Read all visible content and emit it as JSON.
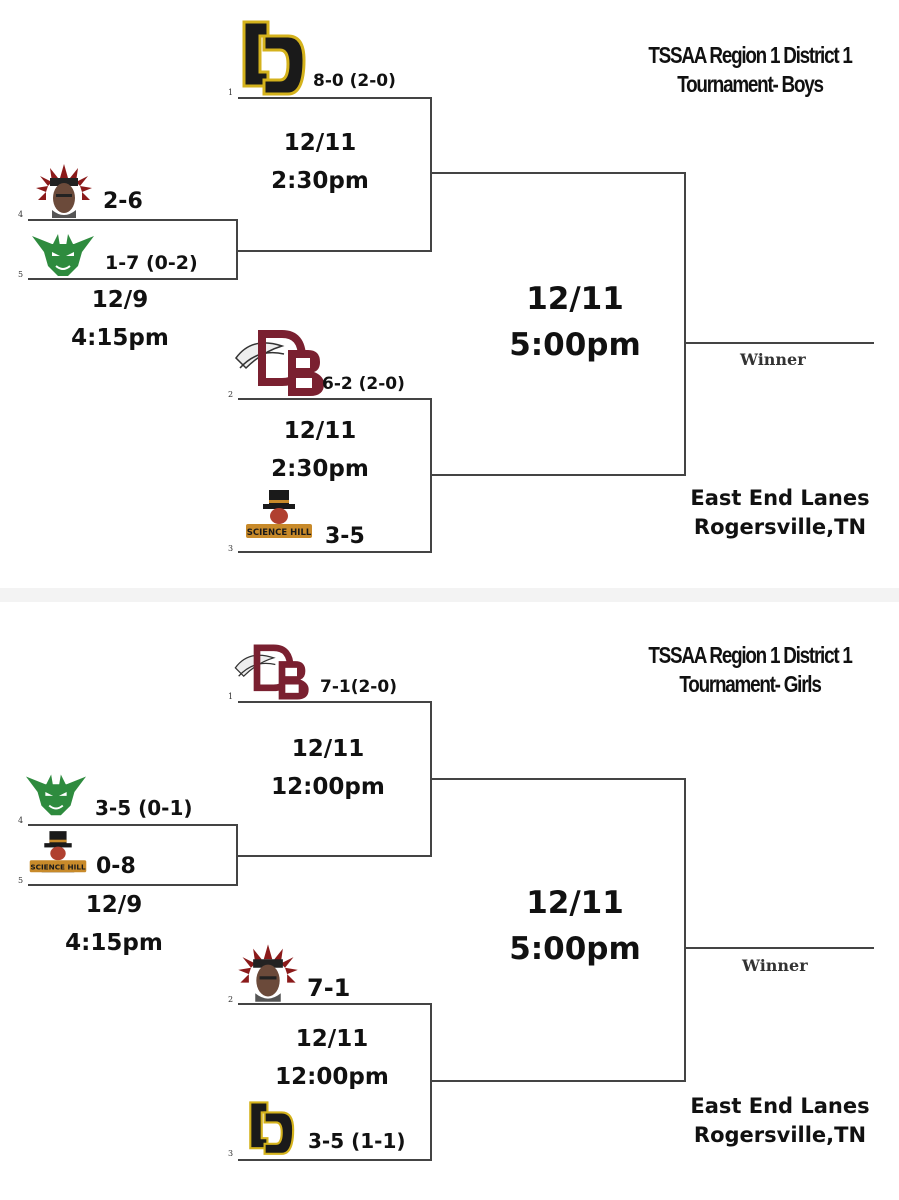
{
  "boys": {
    "title_line1": "TSSAA Region 1 District 1",
    "title_line2": "Tournament- Boys",
    "seed1": {
      "seed": "1",
      "record": "8-0 (2-0)"
    },
    "seed4": {
      "seed": "4",
      "record": "2-6"
    },
    "seed5": {
      "seed": "5",
      "record": "1-7 (0-2)"
    },
    "seed2": {
      "seed": "2",
      "record": "6-2 (2-0)"
    },
    "seed3": {
      "seed": "3",
      "record": "3-5"
    },
    "first_round": {
      "date": "12/9",
      "time": "4:15pm"
    },
    "semi_top": {
      "date": "12/11",
      "time": "2:30pm"
    },
    "semi_bottom": {
      "date": "12/11",
      "time": "2:30pm"
    },
    "final": {
      "date": "12/11",
      "time": "5:00pm"
    },
    "winner": "Winner",
    "venue_line1": "East End Lanes",
    "venue_line2": "Rogersville,TN"
  },
  "girls": {
    "title_line1": "TSSAA Region 1 District 1",
    "title_line2": "Tournament- Girls",
    "seed1": {
      "seed": "1",
      "record": "7-1(2-0)"
    },
    "seed4": {
      "seed": "4",
      "record": "3-5 (0-1)"
    },
    "seed5": {
      "seed": "5",
      "record": "0-8"
    },
    "seed2": {
      "seed": "2",
      "record": "7-1"
    },
    "seed3": {
      "seed": "3",
      "record": "3-5 (1-1)"
    },
    "first_round": {
      "date": "12/9",
      "time": "4:15pm"
    },
    "semi_top": {
      "date": "12/11",
      "time": "12:00pm"
    },
    "semi_bottom": {
      "date": "12/11",
      "time": "12:00pm"
    },
    "final": {
      "date": "12/11",
      "time": "5:00pm"
    },
    "winner": "Winner",
    "venue_line1": "East End Lanes",
    "venue_line2": "Rogersville,TN"
  },
  "logos": {
    "cd": {
      "icon": "cd-letters-logo",
      "fill": "#1a1a1a",
      "stroke": "#d4b21c"
    },
    "chief": {
      "icon": "chief-headdress-logo",
      "feather": "#8b1a1a",
      "face": "#6b4a3a"
    },
    "devil": {
      "icon": "green-devil-logo",
      "fill": "#2e8b3e"
    },
    "db": {
      "icon": "db-feather-logo",
      "fill": "#7a2030"
    },
    "sciencehill": {
      "icon": "science-hill-hilltopper-logo",
      "fill": "#1a1a1a",
      "band": "#c88a2a"
    }
  },
  "logo_text": {
    "sciencehill": "SCIENCE HILL",
    "cd": "CD",
    "db": "DB"
  }
}
